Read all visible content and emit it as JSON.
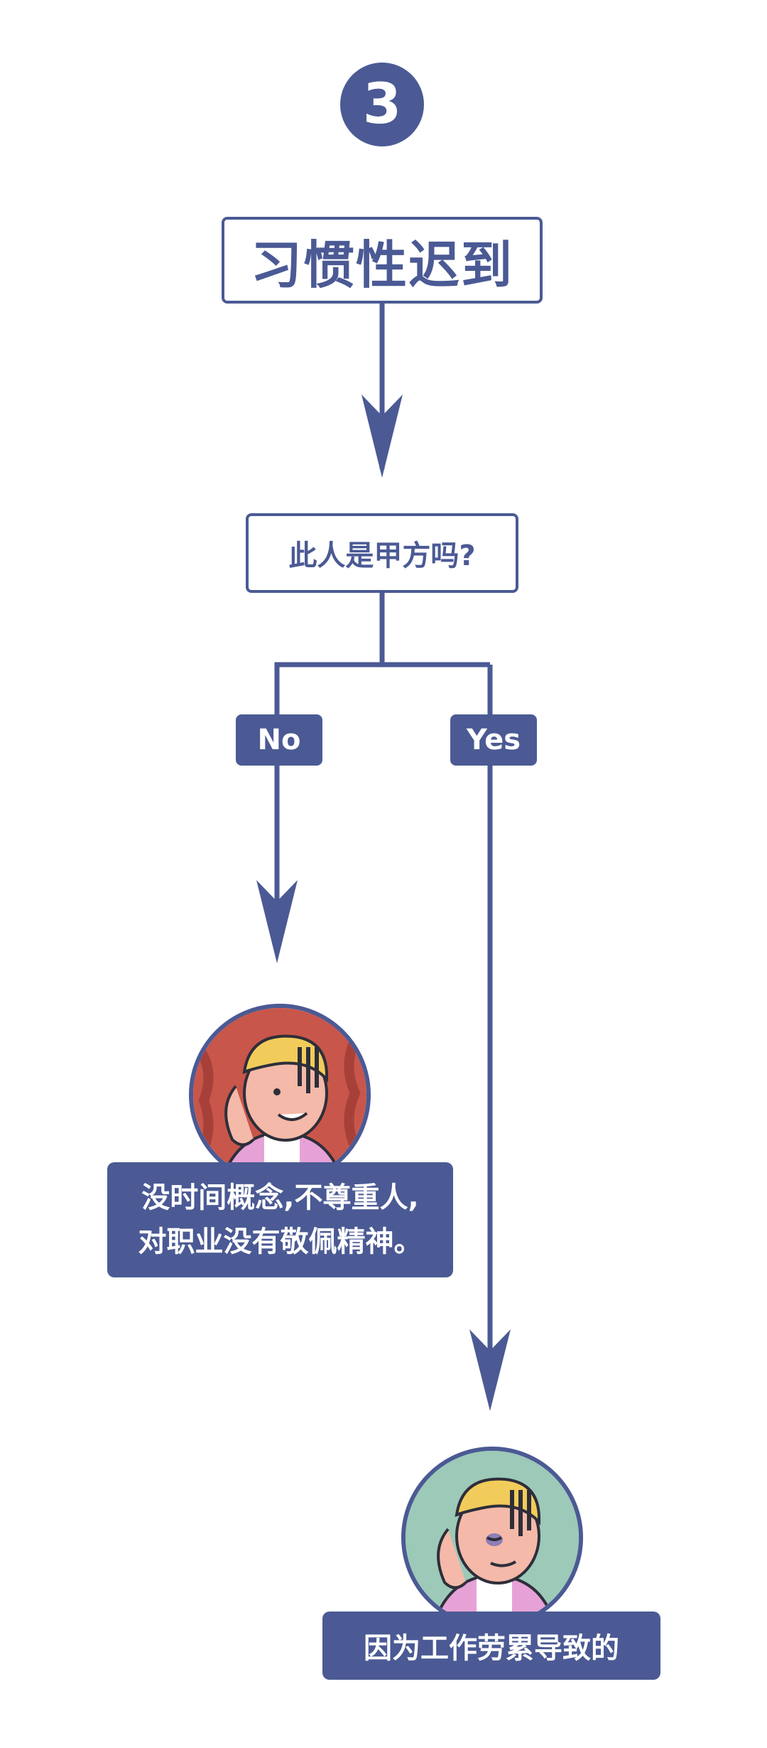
{
  "step_number": "3",
  "title": "习惯性迟到",
  "question": "此人是甲方吗?",
  "branches": {
    "no": {
      "label": "No",
      "result_lines": [
        "没时间概念,不尊重人,",
        "对职业没有敬佩精神。"
      ],
      "avatar_icon": "worried-man-icon",
      "avatar_bg": "#c8564a"
    },
    "yes": {
      "label": "Yes",
      "result_lines": [
        "因为工作劳累导致的"
      ],
      "avatar_icon": "tired-man-icon",
      "avatar_bg": "#9dc9b8"
    }
  },
  "colors": {
    "primary": "#4b5a94",
    "background": "#ffffff"
  }
}
